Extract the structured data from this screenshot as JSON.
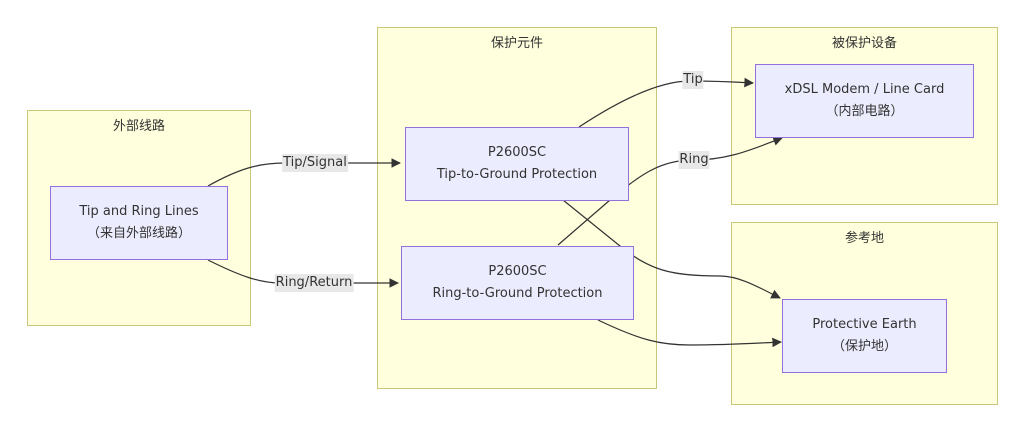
{
  "groups": {
    "external": {
      "title": "外部线路"
    },
    "protection": {
      "title": "保护元件"
    },
    "protected": {
      "title": "被保护设备"
    },
    "reference": {
      "title": "参考地"
    }
  },
  "nodes": {
    "lines": {
      "line1": "Tip and Ring Lines",
      "line2": "（来自外部线路）"
    },
    "tip_prot": {
      "line1": "P2600SC",
      "line2": "Tip-to-Ground Protection"
    },
    "ring_prot": {
      "line1": "P2600SC",
      "line2": "Ring-to-Ground Protection"
    },
    "modem": {
      "line1": "xDSL Modem / Line Card",
      "line2": "（内部电路）"
    },
    "earth": {
      "line1": "Protective Earth",
      "line2": "（保护地）"
    }
  },
  "edges": [
    {
      "from": "lines",
      "to": "tip_prot",
      "label": "Tip/Signal"
    },
    {
      "from": "lines",
      "to": "ring_prot",
      "label": "Ring/Return"
    },
    {
      "from": "tip_prot",
      "to": "modem",
      "label": "Tip"
    },
    {
      "from": "ring_prot",
      "to": "modem",
      "label": "Ring"
    },
    {
      "from": "tip_prot",
      "to": "earth",
      "label": ""
    },
    {
      "from": "ring_prot",
      "to": "earth",
      "label": ""
    }
  ],
  "colors": {
    "group_fill": "#ffffde",
    "group_border": "#c8c87a",
    "node_fill": "#ececff",
    "node_border": "#9370db",
    "edge": "#333333",
    "edge_label_bg": "#e8e8e8"
  }
}
